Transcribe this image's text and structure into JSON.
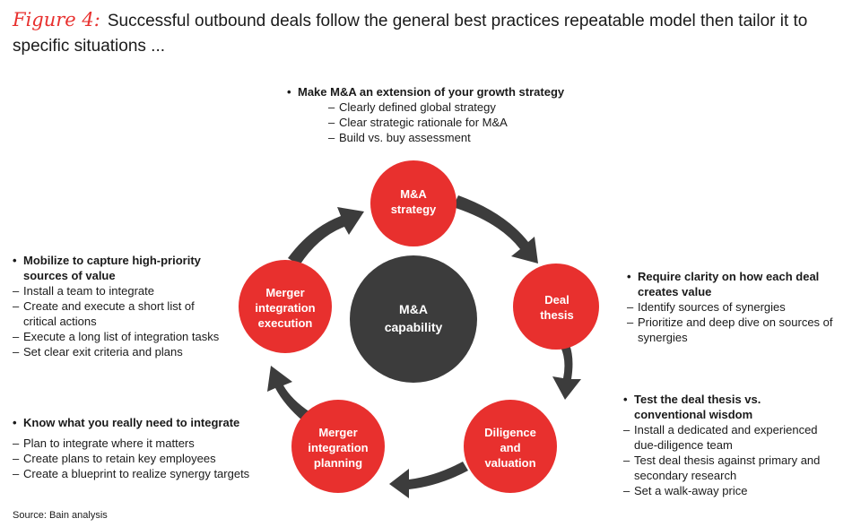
{
  "title": {
    "figure_label": "Figure 4:",
    "text": "Successful outbound deals follow the general best practices repeatable model then tailor it to specific situations ..."
  },
  "center": {
    "line1": "M&A",
    "line2": "capability"
  },
  "nodes": [
    {
      "lines": [
        "M&A",
        "strategy"
      ]
    },
    {
      "lines": [
        "Deal",
        "thesis"
      ]
    },
    {
      "lines": [
        "Diligence",
        "and",
        "valuation"
      ]
    },
    {
      "lines": [
        "Merger",
        "integration",
        "planning"
      ]
    },
    {
      "lines": [
        "Merger",
        "integration",
        "execution"
      ]
    }
  ],
  "blocks": {
    "strategy": {
      "head": "Make M&A an extension of your growth strategy",
      "items": [
        "Clearly defined global strategy",
        "Clear strategic rationale for M&A",
        "Build vs. buy assessment"
      ]
    },
    "thesis": {
      "head": "Require clarity on how each deal creates value",
      "items": [
        "Identify sources of synergies",
        "Prioritize and deep dive on sources of synergies"
      ]
    },
    "diligence": {
      "head": "Test the deal thesis vs. conventional wisdom",
      "items": [
        "Install a dedicated and experienced due-diligence team",
        "Test deal thesis against primary and secondary research",
        "Set a walk-away price"
      ]
    },
    "planning": {
      "head": "Know what you really need to integrate",
      "items": [
        "Plan to integrate where it matters",
        "Create plans to retain key employees",
        "Create a blueprint to realize synergy targets"
      ]
    },
    "execution": {
      "head": "Mobilize to capture high-priority sources of value",
      "items": [
        "Install a team to integrate",
        "Create and execute a short list of critical actions",
        "Execute a long list of integration tasks",
        "Set clear exit criteria and plans"
      ]
    }
  },
  "source": "Source: Bain analysis",
  "colors": {
    "accent": "#e8302e",
    "center": "#3c3c3c",
    "arrow": "#3c3c3c"
  }
}
